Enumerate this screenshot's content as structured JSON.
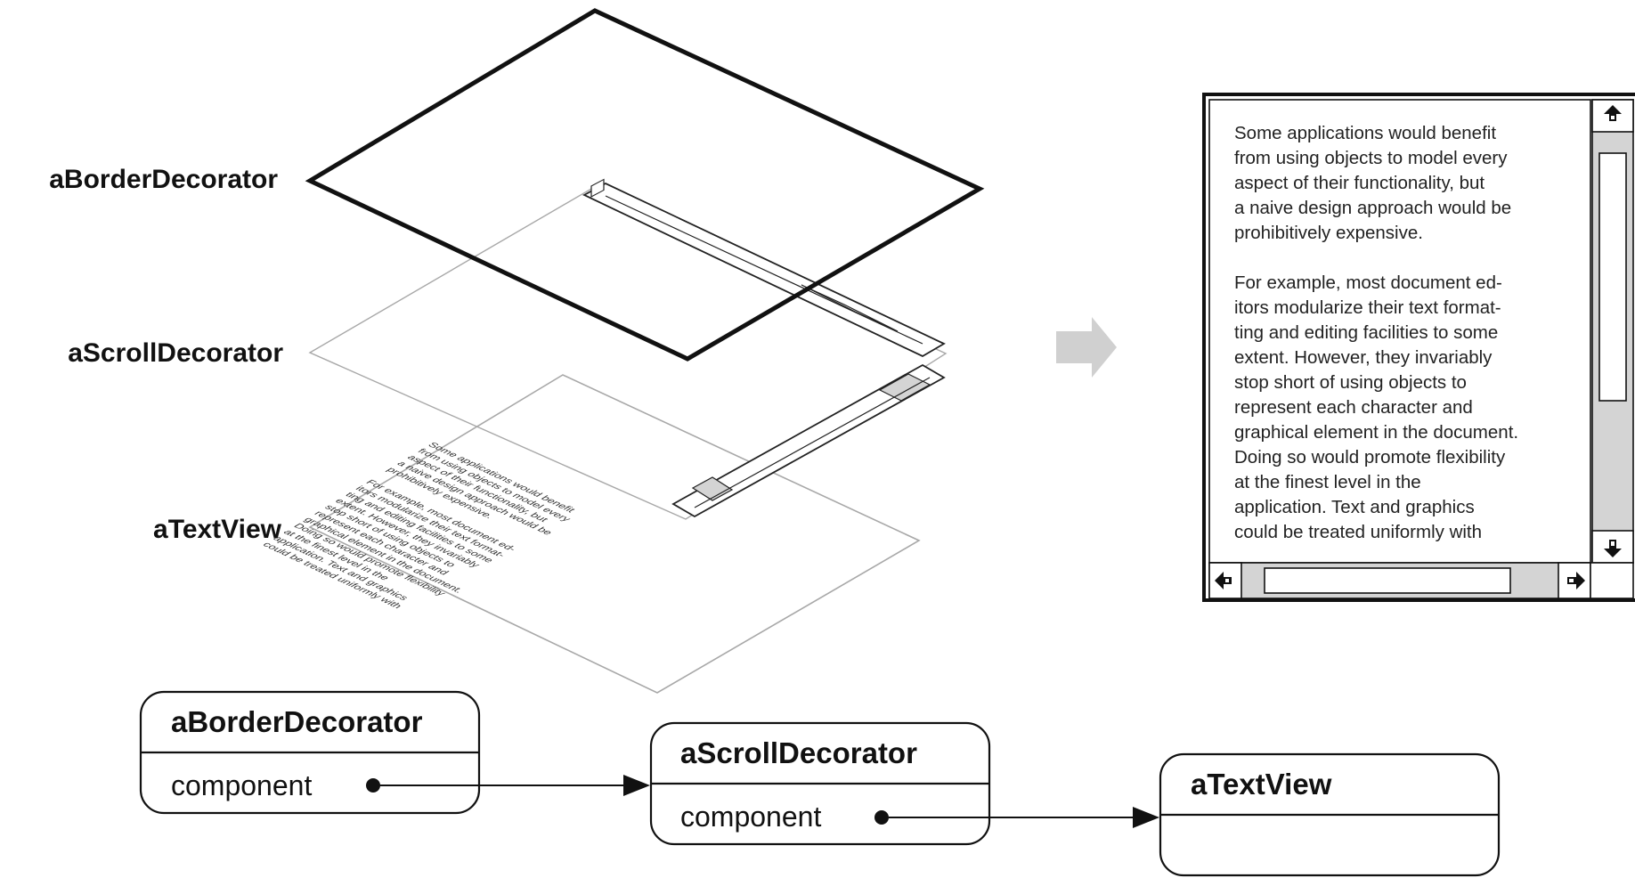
{
  "layer_labels": {
    "border": "aBorderDecorator",
    "scroll": "aScrollDecorator",
    "text": "aTextView"
  },
  "window_text_lines": [
    "Some applications would benefit",
    "from using objects to model every",
    "aspect of their functionality, but",
    "a naive design approach would be",
    "prohibitively expensive.",
    "",
    "For example, most document ed-",
    "itors modularize their text format-",
    "ting and editing facilities to some",
    "extent. However, they invariably",
    "stop short of using objects to",
    "represent each character and",
    "graphical element in the document.",
    "Doing so would promote flexibility",
    "at the finest level in the",
    "application. Text and graphics",
    "could be treated uniformly with"
  ],
  "objects": [
    {
      "name": "aBorderDecorator",
      "field": "component"
    },
    {
      "name": "aScrollDecorator",
      "field": "component"
    },
    {
      "name": "aTextView",
      "field": ""
    }
  ],
  "colors": {
    "line": "#111111",
    "thin_line": "#9a9a9a",
    "arrow_gray": "#d0d0d0",
    "scroll_gray": "#d4d4d4"
  },
  "icons": [
    "scroll-up-arrow-icon",
    "scroll-down-arrow-icon",
    "scroll-left-arrow-icon",
    "scroll-right-arrow-icon",
    "right-arrow-icon"
  ]
}
